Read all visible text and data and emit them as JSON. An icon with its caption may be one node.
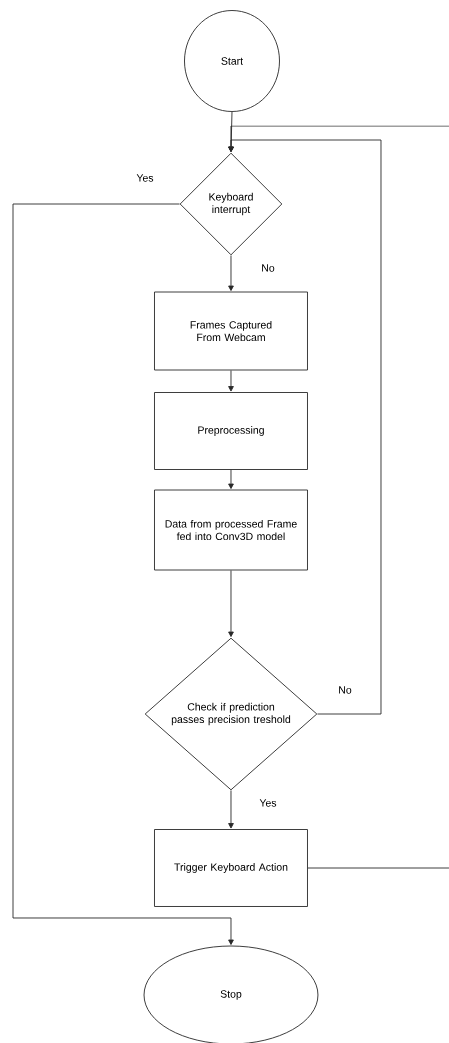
{
  "diagram": {
    "nodes": [
      {
        "text": [
          "Start"
        ]
      },
      {
        "text": [
          "Keyboard interrupt"
        ]
      },
      {
        "text": [
          "Frames Captured From Webcam"
        ]
      },
      {
        "text": [
          "Preprocessing"
        ]
      },
      {
        "text": [
          "Data from processed Frame fed into Conv3D model"
        ]
      },
      {
        "text": [
          "Check if prediction passes precision treshold"
        ]
      },
      {
        "text": [
          "Trigger Keyboard Action"
        ]
      },
      {
        "text": [
          "Stop"
        ]
      }
    ],
    "edges": [
      {
        "from": 0,
        "to": 1,
        "arrow": "to"
      },
      {
        "from": 1,
        "to": 2,
        "arrow": "to",
        "label": "No"
      },
      {
        "from": 2,
        "to": 3,
        "arrow": "to"
      },
      {
        "from": 3,
        "to": 4,
        "arrow": "to"
      },
      {
        "from": 4,
        "to": 5,
        "arrow": "to"
      },
      {
        "from": 5,
        "to": 6,
        "arrow": "to",
        "label": "Yes"
      },
      {
        "from": 5,
        "to": 1,
        "arrow": "to",
        "label": "No"
      },
      {
        "from": 1,
        "to": 7,
        "arrow": "to",
        "label": "Yes"
      },
      {
        "from": 6,
        "to": 1,
        "arrow": "to"
      }
    ]
  }
}
